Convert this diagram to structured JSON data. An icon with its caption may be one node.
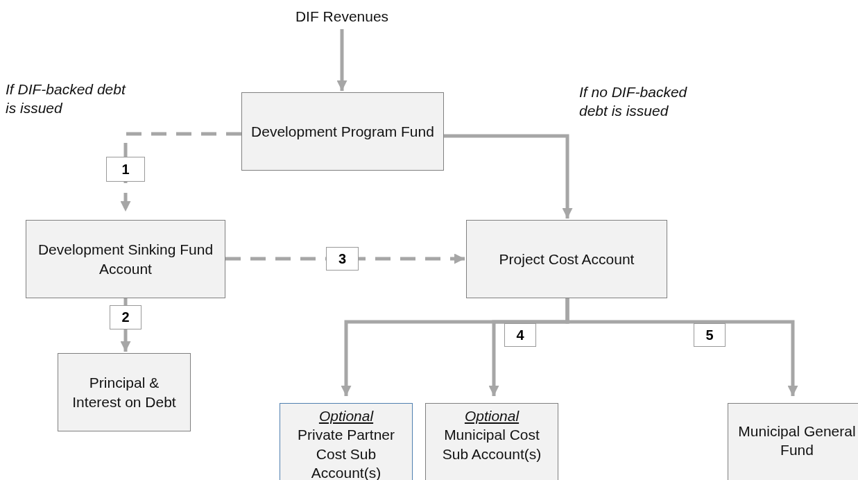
{
  "diagram": {
    "nodes": [
      {
        "text": [
          "DIF Revenues"
        ]
      },
      {
        "text": [
          "Development Program Fund"
        ]
      },
      {
        "text": [
          "Development Sinking Fund Account"
        ]
      },
      {
        "text": [
          "Project Cost Account"
        ]
      },
      {
        "text": [
          "Principal & Interest on Debt"
        ]
      },
      {
        "text": [
          "Optional",
          "Private Partner Cost Sub Account(s)"
        ]
      },
      {
        "text": [
          "Optional",
          "Municipal Cost Sub Account(s)"
        ]
      },
      {
        "text": [
          "Municipal General Fund"
        ]
      }
    ],
    "edges": [
      {
        "from": 0,
        "to": 1,
        "arrow": "to"
      },
      {
        "from": 1,
        "to": 2,
        "arrow": "to",
        "label": "1",
        "style": "dashed"
      },
      {
        "from": 2,
        "to": 4,
        "arrow": "to",
        "label": "2"
      },
      {
        "from": 2,
        "to": 3,
        "arrow": "to",
        "label": "3",
        "style": "dashed"
      },
      {
        "from": 1,
        "to": 3,
        "arrow": "to"
      },
      {
        "from": 3,
        "to": 5,
        "arrow": "to",
        "label": "4"
      },
      {
        "from": 3,
        "to": 6,
        "arrow": "to"
      },
      {
        "from": 3,
        "to": 7,
        "arrow": "to",
        "label": "5"
      }
    ],
    "labels": [
      "If DIF-backed debt is issued",
      "If no DIF-backed debt is issued"
    ]
  }
}
